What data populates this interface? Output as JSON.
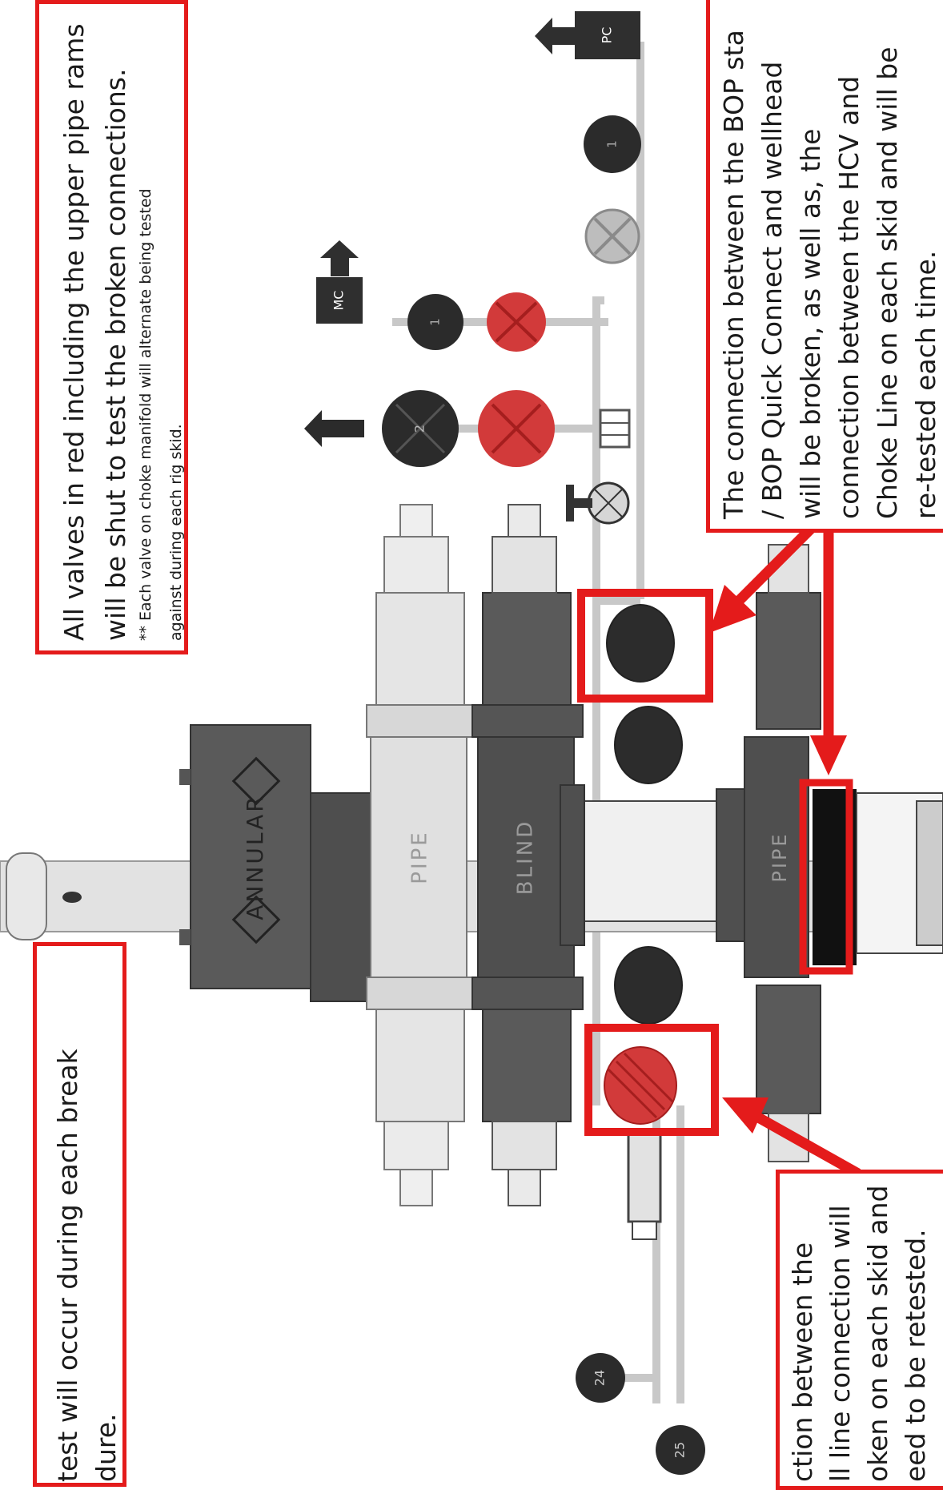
{
  "colors": {
    "callout_border": "#e41b1b",
    "dark_ram": "#4a4a4a",
    "light_ram": "#dcdcdc",
    "valve_red": "#d23a3a",
    "valve_black": "#2b2b2b"
  },
  "callouts": {
    "top_left": {
      "line1": "All valves in red including the upper pipe rams",
      "line2": "will be shut to test the broken connections.",
      "note1": "** Each valve on choke manifold will alternate being tested",
      "note2": "against during each rig skid."
    },
    "bottom_left": {
      "line1": "test will occur during each break",
      "line2": "dure."
    },
    "top_right": {
      "line1": "The connection between the BOP sta",
      "line2": "/ BOP Quick Connect and wellhead",
      "line3": "will be broken, as well as, the",
      "line4": "connection between the HCV and",
      "line5": "Choke Line  on each skid and will be",
      "line6": "re-tested each time."
    },
    "bottom_right": {
      "line1": "ction between the",
      "line2": "ll line connection will",
      "line3": "oken on each skid and",
      "line4": "eed to be retested."
    }
  },
  "labels": {
    "annular": "ANNULAR",
    "pipe_upper": "PIPE",
    "blind": "BLIND",
    "pipe_lower": "PIPE",
    "mc": "MC",
    "pc": "PC",
    "valve_1a": "1",
    "valve_1b": "1",
    "valve_2": "2",
    "valve_24": "24",
    "valve_25": "25"
  }
}
